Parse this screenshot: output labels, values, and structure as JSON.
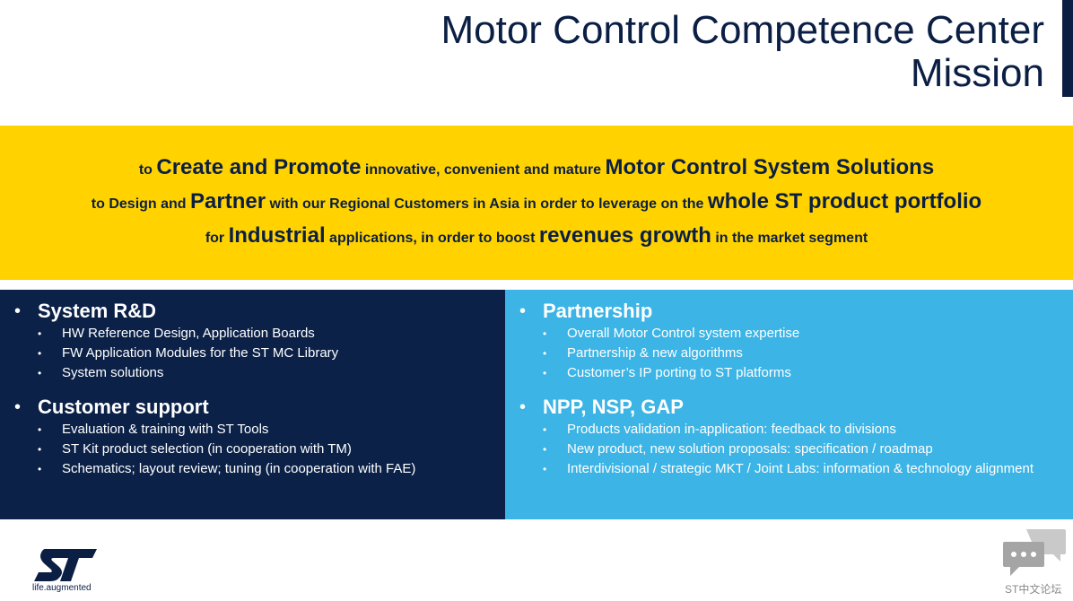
{
  "title": {
    "line1": "Motor Control Competence Center",
    "line2": "Mission"
  },
  "mission": {
    "line1": [
      {
        "t": "to ",
        "big": false
      },
      {
        "t": "Create and Promote",
        "big": true
      },
      {
        "t": " innovative, convenient and mature ",
        "big": false
      },
      {
        "t": "Motor Control System Solutions",
        "big": true
      }
    ],
    "line2": [
      {
        "t": "to Design and ",
        "big": false
      },
      {
        "t": "Partner",
        "big": true
      },
      {
        "t": " with our Regional Customers in Asia in order to leverage on the ",
        "big": false
      },
      {
        "t": "whole ST product portfolio",
        "big": true
      }
    ],
    "line3": [
      {
        "t": "for ",
        "big": false
      },
      {
        "t": "Industrial",
        "big": true
      },
      {
        "t": " applications, in order to boost ",
        "big": false
      },
      {
        "t": "revenues growth",
        "big": true
      },
      {
        "t": " in the market segment",
        "big": false
      }
    ]
  },
  "left": {
    "sections": [
      {
        "heading": "System R&D",
        "items": [
          "HW Reference Design, Application Boards",
          "FW Application Modules for the ST MC Library",
          "System solutions"
        ]
      },
      {
        "heading": "Customer support",
        "items": [
          "Evaluation & training with ST Tools",
          "ST Kit product selection (in cooperation with TM)",
          "Schematics; layout review; tuning (in cooperation with FAE)"
        ]
      }
    ]
  },
  "right": {
    "sections": [
      {
        "heading": "Partnership",
        "items": [
          "Overall Motor Control system expertise",
          "Partnership & new algorithms",
          "Customer’s IP porting to ST platforms"
        ]
      },
      {
        "heading": "NPP, NSP, GAP",
        "items": [
          "Products validation in-application: feedback to divisions",
          "New product, new solution proposals: specification / roadmap",
          "Interdivisional / strategic MKT / Joint Labs: information & technology alignment"
        ]
      }
    ]
  },
  "bullet": "•",
  "logo": {
    "tagline": "life.augmented",
    "icon": "st-logo-icon"
  },
  "watermark": {
    "text": "ST中文论坛",
    "icon": "chat-bubbles-icon"
  },
  "colors": {
    "navy": "#0b2148",
    "yellow": "#ffd200",
    "cyan": "#3cb4e6",
    "text_dark": "#0b1f44"
  }
}
